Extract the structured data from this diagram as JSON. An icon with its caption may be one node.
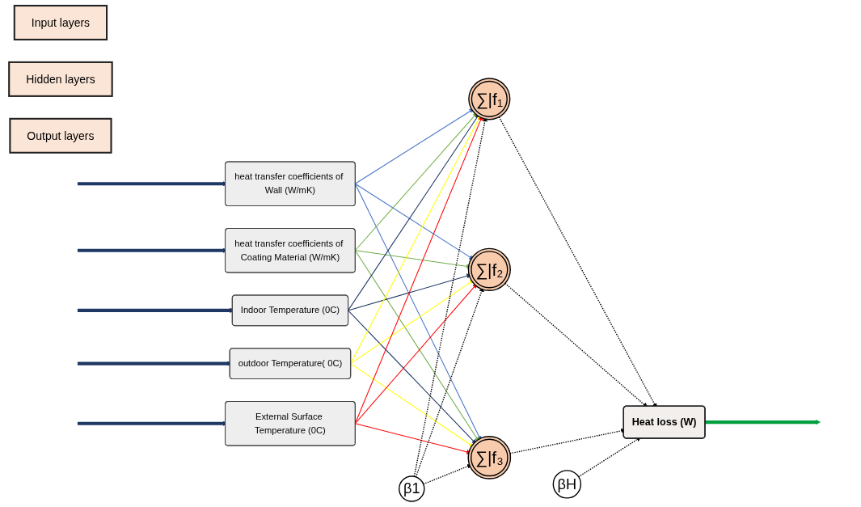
{
  "diagram": {
    "nodes": [
      {
        "text": [
          "Input layers"
        ]
      },
      {
        "text": [
          "heat transfer coefficients of Wall (W/mK)"
        ]
      },
      {
        "text": [
          "heat transfer coefficients of Coating Material (W/mK)"
        ]
      },
      {
        "text": [
          "Indoor Temperature (0C)"
        ]
      },
      {
        "text": [
          "outdoor Temperature( 0C)"
        ]
      },
      {
        "text": [
          "External Surface Temperature (0C)"
        ]
      },
      {
        "text": [
          "Hidden layers"
        ]
      },
      {
        "text": [
          "∑|f₁"
        ]
      },
      {
        "text": [
          "∑|f₂"
        ]
      },
      {
        "text": [
          "∑|f₃"
        ]
      },
      {
        "text": [
          "β1"
        ]
      },
      {
        "text": [
          "Output layers"
        ]
      },
      {
        "text": [
          "Heat loss (W)"
        ]
      },
      {
        "text": [
          "βH"
        ]
      }
    ],
    "edges": [
      {
        "from": null,
        "to": 1,
        "arrow": "to",
        "style": "thick",
        "color": "#1f3864"
      },
      {
        "from": null,
        "to": 2,
        "arrow": "to",
        "style": "thick",
        "color": "#1f3864"
      },
      {
        "from": null,
        "to": 3,
        "arrow": "to",
        "style": "thick",
        "color": "#1f3864"
      },
      {
        "from": null,
        "to": 4,
        "arrow": "to",
        "style": "thick",
        "color": "#1f3864"
      },
      {
        "from": null,
        "to": 5,
        "arrow": "to",
        "style": "thick",
        "color": "#1f3864"
      },
      {
        "from": 1,
        "to": 7,
        "arrow": "to",
        "color": "#4472c4"
      },
      {
        "from": 1,
        "to": 8,
        "arrow": "to",
        "color": "#4472c4"
      },
      {
        "from": 1,
        "to": 9,
        "arrow": "to",
        "color": "#4472c4"
      },
      {
        "from": 2,
        "to": 7,
        "arrow": "to",
        "color": "#70ad47"
      },
      {
        "from": 2,
        "to": 8,
        "arrow": "to",
        "color": "#70ad47"
      },
      {
        "from": 2,
        "to": 9,
        "arrow": "to",
        "color": "#70ad47"
      },
      {
        "from": 3,
        "to": 7,
        "arrow": "to",
        "color": "#1f3864"
      },
      {
        "from": 3,
        "to": 8,
        "arrow": "to",
        "color": "#1f3864"
      },
      {
        "from": 3,
        "to": 9,
        "arrow": "to",
        "color": "#1f3864"
      },
      {
        "from": 4,
        "to": 7,
        "arrow": "to",
        "color": "#ffff00"
      },
      {
        "from": 4,
        "to": 8,
        "arrow": "to",
        "color": "#ffff00"
      },
      {
        "from": 4,
        "to": 9,
        "arrow": "to",
        "color": "#ffff00"
      },
      {
        "from": 5,
        "to": 7,
        "arrow": "to",
        "color": "#ff0000"
      },
      {
        "from": 5,
        "to": 8,
        "arrow": "to",
        "color": "#ff0000"
      },
      {
        "from": 5,
        "to": 9,
        "arrow": "to",
        "color": "#ff0000"
      },
      {
        "from": 10,
        "to": 7,
        "arrow": "to",
        "style": "dashed",
        "color": "#000000"
      },
      {
        "from": 10,
        "to": 8,
        "arrow": "to",
        "style": "dashed",
        "color": "#000000"
      },
      {
        "from": 10,
        "to": 9,
        "arrow": "to",
        "style": "dashed",
        "color": "#000000"
      },
      {
        "from": 7,
        "to": 12,
        "arrow": "to",
        "style": "dashed",
        "color": "#000000"
      },
      {
        "from": 8,
        "to": 12,
        "arrow": "to",
        "style": "dashed",
        "color": "#000000"
      },
      {
        "from": 9,
        "to": 12,
        "arrow": "to",
        "style": "dashed",
        "color": "#000000"
      },
      {
        "from": 13,
        "to": 12,
        "arrow": "to",
        "style": "dashed",
        "color": "#000000"
      },
      {
        "from": 12,
        "to": null,
        "arrow": "to",
        "style": "thick",
        "color": "#00a03e"
      }
    ]
  }
}
